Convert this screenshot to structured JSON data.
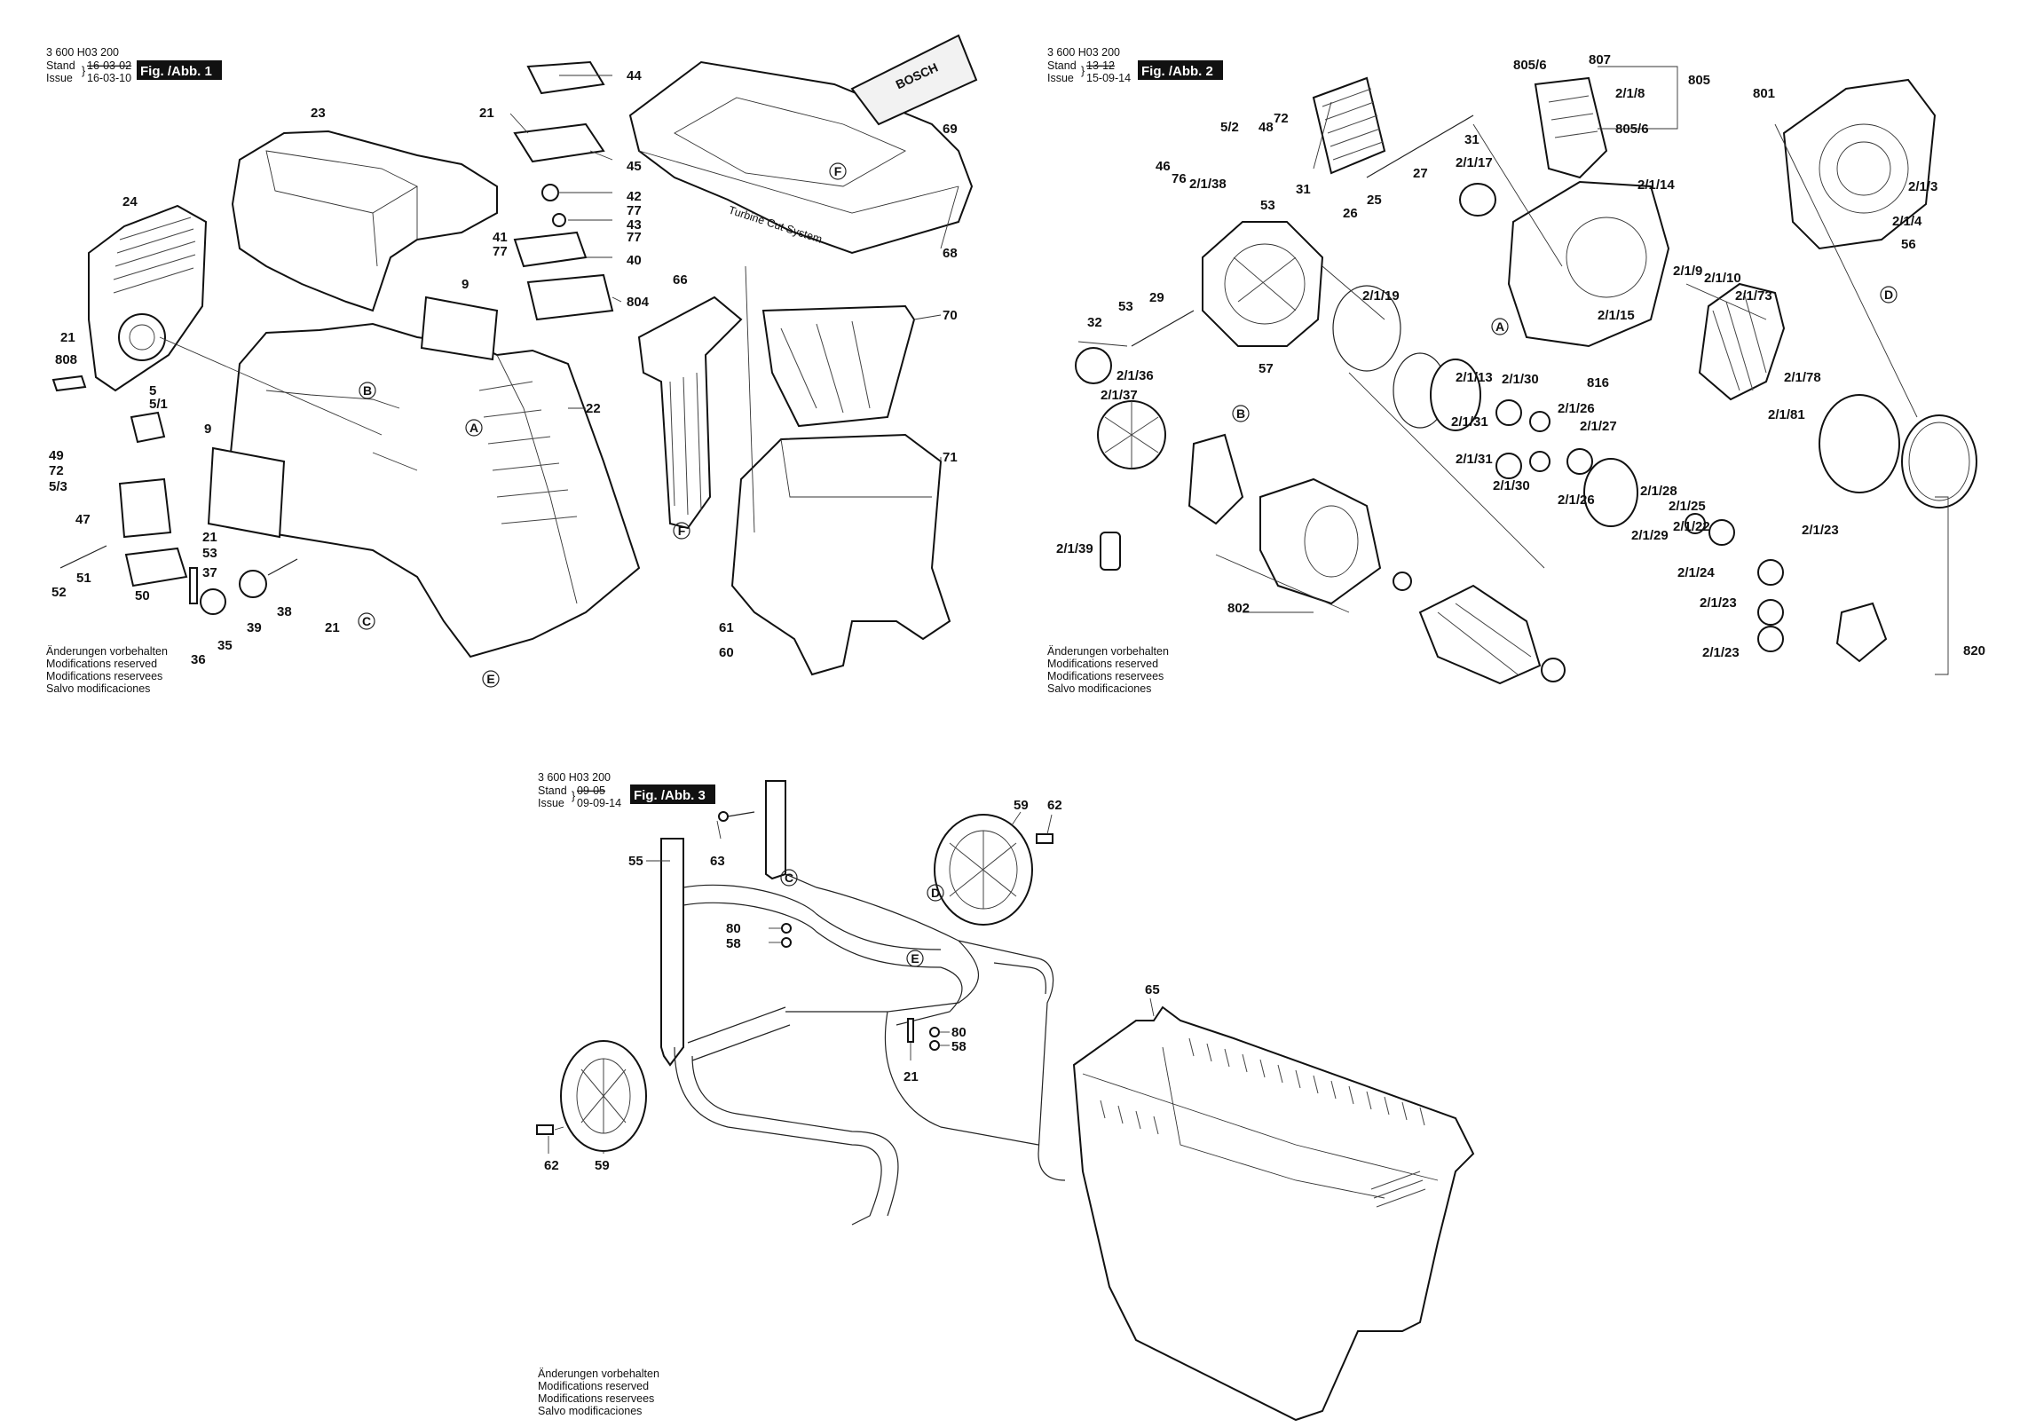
{
  "doc_number": "3 600 H03 200",
  "figures": [
    {
      "tag": "Fig. /Abb. 1",
      "stand_label": "Stand",
      "issue_label": "Issue",
      "stand_date": "16-03-02",
      "issue_date": "16-03-10"
    },
    {
      "tag": "Fig. /Abb. 2",
      "stand_label": "Stand",
      "issue_label": "Issue",
      "stand_date": "13-12",
      "issue_date": "15-09-14"
    },
    {
      "tag": "Fig. /Abb. 3",
      "stand_label": "Stand",
      "issue_label": "Issue",
      "stand_date": "09-05",
      "issue_date": "09-09-14"
    }
  ],
  "modification_notes": [
    "Änderungen vorbehalten",
    "Modifications reserved",
    "Modifications reservees",
    "Salvo modificaciones"
  ],
  "brand_text": "BOSCH",
  "hopper_text": "Turbine Cut System",
  "fig1_labels": [
    "44",
    "21",
    "45",
    "23",
    "42",
    "77",
    "43",
    "77",
    "41",
    "77",
    "40",
    "804",
    "24",
    "9",
    "22",
    "21",
    "808",
    "5",
    "5/1",
    "49",
    "72",
    "5/3",
    "47",
    "21",
    "53",
    "37",
    "52",
    "51",
    "50",
    "36",
    "35",
    "39",
    "38",
    "21",
    "9",
    "66",
    "70",
    "71",
    "69",
    "68",
    "61",
    "60"
  ],
  "fig1_letters": [
    "B",
    "A",
    "C",
    "E",
    "F",
    "F"
  ],
  "fig2_labels": [
    "805/6",
    "807",
    "805",
    "2/1/8",
    "805/6",
    "801",
    "5/2",
    "72",
    "48",
    "31",
    "27",
    "46",
    "76",
    "2/1/38",
    "53",
    "31",
    "25",
    "26",
    "2/1/17",
    "2/1/14",
    "2/1/3",
    "2/1/4",
    "56",
    "53",
    "29",
    "32",
    "57",
    "2/1/19",
    "2/1/9",
    "2/1/10",
    "2/1/73",
    "2/1/15",
    "816",
    "2/1/36",
    "2/1/37",
    "2/1/13",
    "2/1/30",
    "2/1/31",
    "2/1/26",
    "2/1/27",
    "2/1/31",
    "2/1/30",
    "2/1/26",
    "2/1/78",
    "2/1/81",
    "2/1/28",
    "2/1/25",
    "2/1/29",
    "2/1/22",
    "2/1/23",
    "2/1/24",
    "2/1/23",
    "2/1/23",
    "2/1/39",
    "802",
    "820"
  ],
  "fig2_letters": [
    "A",
    "B",
    "D"
  ],
  "fig3_labels": [
    "55",
    "63",
    "59",
    "62",
    "80",
    "58",
    "80",
    "58",
    "21",
    "65",
    "62",
    "59"
  ],
  "fig3_letters": [
    "C",
    "D",
    "E"
  ]
}
